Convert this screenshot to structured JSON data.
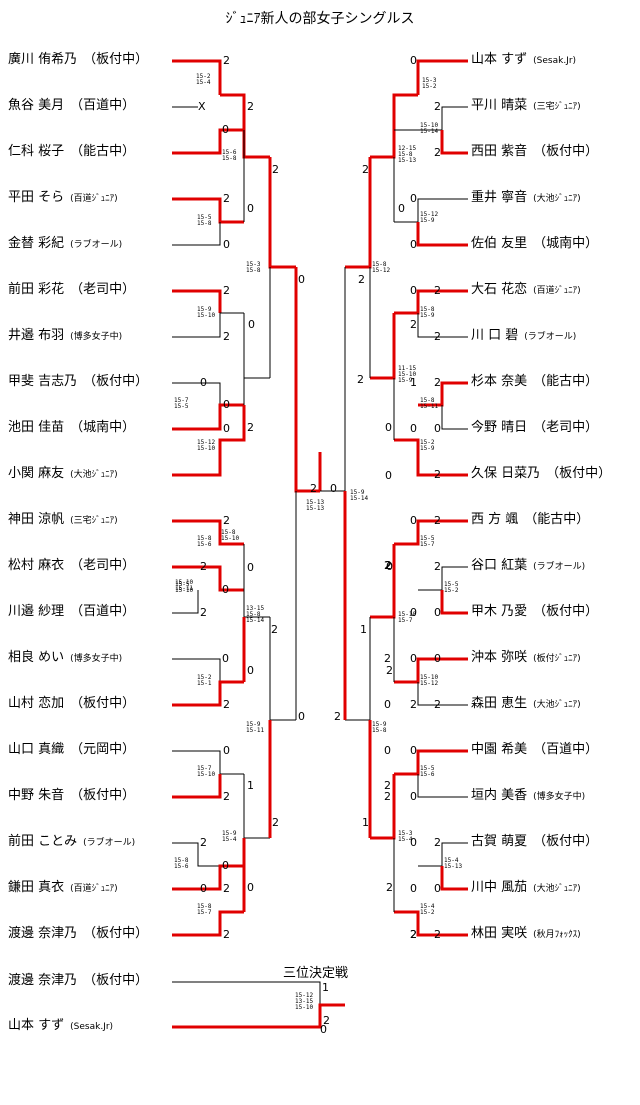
{
  "title": "ｼﾞｭﾆｱ新人の部女子シングルス",
  "third_place_title": "三位決定戦",
  "colors": {
    "winner": "#e00000",
    "line": "#000000"
  },
  "left_players": [
    {
      "name": "廣川 侑希乃",
      "club": "（板付中）",
      "club_small": false
    },
    {
      "name": "魚谷 美月",
      "club": "（百道中）",
      "club_small": false
    },
    {
      "name": "仁科 桜子",
      "club": "（能古中）",
      "club_small": false
    },
    {
      "name": "平田 そら",
      "club": "(百道ｼﾞｭﾆｱ)",
      "club_small": true
    },
    {
      "name": "金替 彩紀",
      "club": "(ラブオール)",
      "club_small": true
    },
    {
      "name": "前田 彩花",
      "club": "（老司中）",
      "club_small": false
    },
    {
      "name": "井邉 布羽",
      "club": "(博多女子中)",
      "club_small": true
    },
    {
      "name": "甲斐 吉志乃",
      "club": "（板付中）",
      "club_small": false
    },
    {
      "name": "池田 佳苗",
      "club": "（城南中）",
      "club_small": false
    },
    {
      "name": "小関 麻友",
      "club": "(大池ｼﾞｭﾆｱ)",
      "club_small": true
    },
    {
      "name": "神田 涼帆",
      "club": "(三宅ｼﾞｭﾆｱ)",
      "club_small": true
    },
    {
      "name": "松村 麻衣",
      "club": "（老司中）",
      "club_small": false
    },
    {
      "name": "川邉 紗理",
      "club": "（百道中）",
      "club_small": false
    },
    {
      "name": "相良 めい",
      "club": "(博多女子中)",
      "club_small": true
    },
    {
      "name": "山村 恋加",
      "club": "（板付中）",
      "club_small": false
    },
    {
      "name": "山口 真織",
      "club": "（元岡中）",
      "club_small": false
    },
    {
      "name": "中野 朱音",
      "club": "（板付中）",
      "club_small": false
    },
    {
      "name": "前田 ことみ",
      "club": "(ラブオール)",
      "club_small": true
    },
    {
      "name": "鎌田 真衣",
      "club": "(百道ｼﾞｭﾆｱ)",
      "club_small": true
    },
    {
      "name": "渡邊 奈津乃",
      "club": "（板付中）",
      "club_small": false
    }
  ],
  "right_players": [
    {
      "name": "山本 すず",
      "club": "(Sesak.Jr)",
      "club_small": true
    },
    {
      "name": "平川 晴菜",
      "club": "(三宅ｼﾞｭﾆｱ)",
      "club_small": true
    },
    {
      "name": "西田 紫音",
      "club": "（板付中）",
      "club_small": false
    },
    {
      "name": "重井 寧音",
      "club": "(大池ｼﾞｭﾆｱ)",
      "club_small": true
    },
    {
      "name": "佐伯 友里",
      "club": "（城南中）",
      "club_small": false
    },
    {
      "name": "大石 花恋",
      "club": "(百道ｼﾞｭﾆｱ)",
      "club_small": true
    },
    {
      "name": "川 口  碧",
      "club": "(ラブオール)",
      "club_small": true
    },
    {
      "name": "杉本 奈美",
      "club": "（能古中）",
      "club_small": false
    },
    {
      "name": "今野 晴日",
      "club": "（老司中）",
      "club_small": false
    },
    {
      "name": "久保 日菜乃",
      "club": "（板付中）",
      "club_small": false
    },
    {
      "name": "西 方  颯",
      "club": "（能古中）",
      "club_small": false
    },
    {
      "name": "谷口 紅葉",
      "club": "(ラブオール)",
      "club_small": true
    },
    {
      "name": "甲木 乃愛",
      "club": "（板付中）",
      "club_small": false
    },
    {
      "name": "沖本 弥咲",
      "club": "(板付ｼﾞｭﾆｱ)",
      "club_small": true
    },
    {
      "name": "森田 恵生",
      "club": "(大池ｼﾞｭﾆｱ)",
      "club_small": true
    },
    {
      "name": "中園 希美",
      "club": "（百道中）",
      "club_small": false
    },
    {
      "name": "垣内 美香",
      "club": "(博多女子中)",
      "club_small": true
    },
    {
      "name": "古賀 萌夏",
      "club": "（板付中）",
      "club_small": false
    },
    {
      "name": "川中 風茄",
      "club": "(大池ｼﾞｭﾆｱ)",
      "club_small": true
    },
    {
      "name": "林田 実咲",
      "club": "(秋月ﾌｫｯｸｽ)",
      "club_small": true
    }
  ],
  "third_place_players": [
    {
      "name": "渡邊 奈津乃",
      "club": "（板付中）",
      "club_small": false
    },
    {
      "name": "山本 すず",
      "club": "(Sesak.Jr)",
      "club_small": true
    }
  ],
  "scores": [
    "2",
    "X",
    "0",
    "2",
    "0",
    "2",
    "0",
    "2",
    "0",
    "0",
    "2",
    "2",
    "0",
    "0",
    "2",
    "0",
    "2",
    "2",
    "0",
    "2",
    "0",
    "2",
    "0",
    "0",
    "2",
    "0",
    "1",
    "0",
    "2",
    "2",
    "0",
    "0",
    "2",
    "2",
    "2",
    "0",
    "2",
    "0",
    "2",
    "0",
    "0",
    "2",
    "2",
    "0",
    "0",
    "2",
    "0",
    "2",
    "2",
    "0",
    "0",
    "2",
    "0",
    "2",
    "0",
    "2",
    "0",
    "2",
    "0",
    "2",
    "0",
    "0",
    "2",
    "2",
    "1",
    "2",
    "0",
    "2",
    "1",
    "2",
    "0",
    "0",
    "2",
    "2",
    "0",
    "2",
    "0",
    "2",
    "2",
    "0",
    "0",
    "2",
    "0",
    "2",
    "1",
    "2",
    "0",
    "2",
    "0",
    "1",
    "2",
    "2",
    "2"
  ],
  "game_scores": [
    "15-2\n15-4",
    "15-6\n15-8",
    "15-5\n15-8",
    "15-3\n15-8",
    "15-9\n15-10",
    "15-7\n15-5",
    "15-12\n15-10",
    "15-8\n15-6",
    "15-8\n15-10",
    "15-5\n15-10",
    "15-10\n15-11",
    "13-15\n15-8\n15-14",
    "15-2\n15-1",
    "15-9\n15-11",
    "15-7\n15-10",
    "15-9\n15-4",
    "15-8\n15-6",
    "15-8\n15-7",
    "15-9\n15-14",
    "15-13\n15-13",
    "15-3\n15-2",
    "15-10\n15-14",
    "12-15\n15-8\n15-13",
    "15-12\n15-9",
    "15-8\n15-12",
    "15-8\n15-9",
    "11-15\n15-10\n15-9",
    "15-8\n15-11",
    "15-2\n15-9",
    "15-5\n15-7",
    "15-5\n15-2",
    "15-10\n15-7",
    "15-10\n15-12",
    "15-9\n15-8",
    "15-5\n15-6",
    "15-3\n15-4",
    "15-4\n15-13",
    "15-4\n15-2",
    "15-12\n13-15\n15-10"
  ]
}
